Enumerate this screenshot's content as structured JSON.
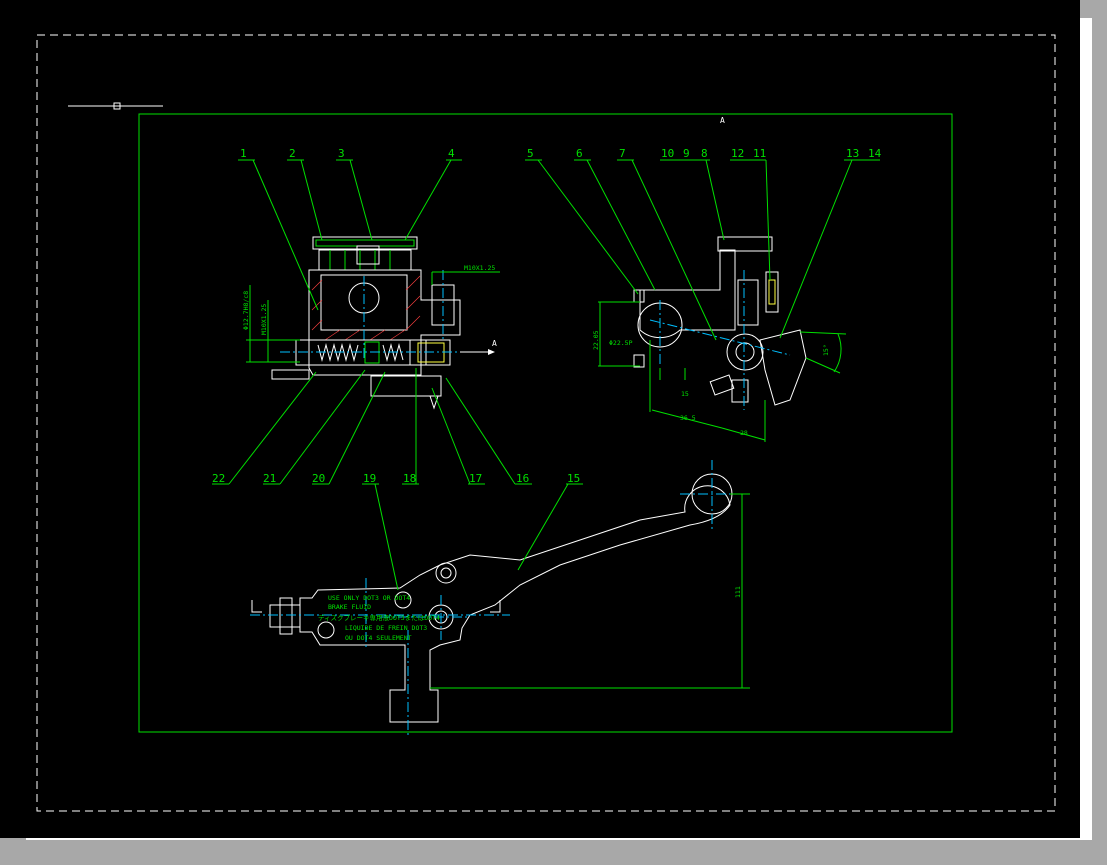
{
  "drawing": {
    "section_marker_top": "A",
    "section_marker_right": "A",
    "part_numbers": [
      "1",
      "2",
      "3",
      "4",
      "5",
      "6",
      "7",
      "10",
      "9",
      "8",
      "12",
      "11",
      "13",
      "14",
      "22",
      "21",
      "20",
      "18",
      "17",
      "16",
      "19",
      "15"
    ],
    "dimensions": {
      "thread_top": "M10X1.25",
      "bore_dia": "Φ12.7H8/c8",
      "thread_side": "M10X1.25",
      "clamp_width": "22.05",
      "clamp_dia": "Φ22.5P",
      "dim_15": "15",
      "dim_36_5": "36.5",
      "dim_28": "28",
      "angle": "15°",
      "lever_length": "111"
    },
    "reservoir_label": {
      "line1": "USE ONLY DOT3 OR DOT4",
      "line2": "BRAKE FLUID",
      "line3": "ディスクブレーキ専用液DOT3またはDOT4",
      "line4": "LIQUIDE DE FREIN DOT3",
      "line5": "OU DOT4 SEULEMENT"
    }
  }
}
